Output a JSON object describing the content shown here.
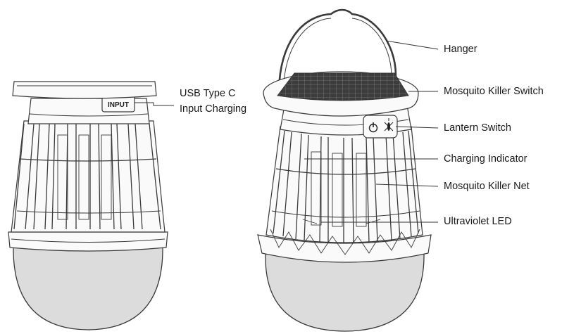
{
  "labels": {
    "usb_line1": "USB Type C",
    "usb_line2": "Input Charging",
    "hanger": "Hanger",
    "mosquito_killer_switch": "Mosquito Killer Switch",
    "lantern_switch": "Lantern Switch",
    "charging_indicator": "Charging Indicator",
    "mosquito_killer_net": "Mosquito Killer Net",
    "ultraviolet_led": "Ultraviolet LED"
  },
  "device_marking": {
    "input_port": "INPUT"
  },
  "icons": [
    "power-icon",
    "mosquito-icon",
    "solar-panel-icon"
  ]
}
